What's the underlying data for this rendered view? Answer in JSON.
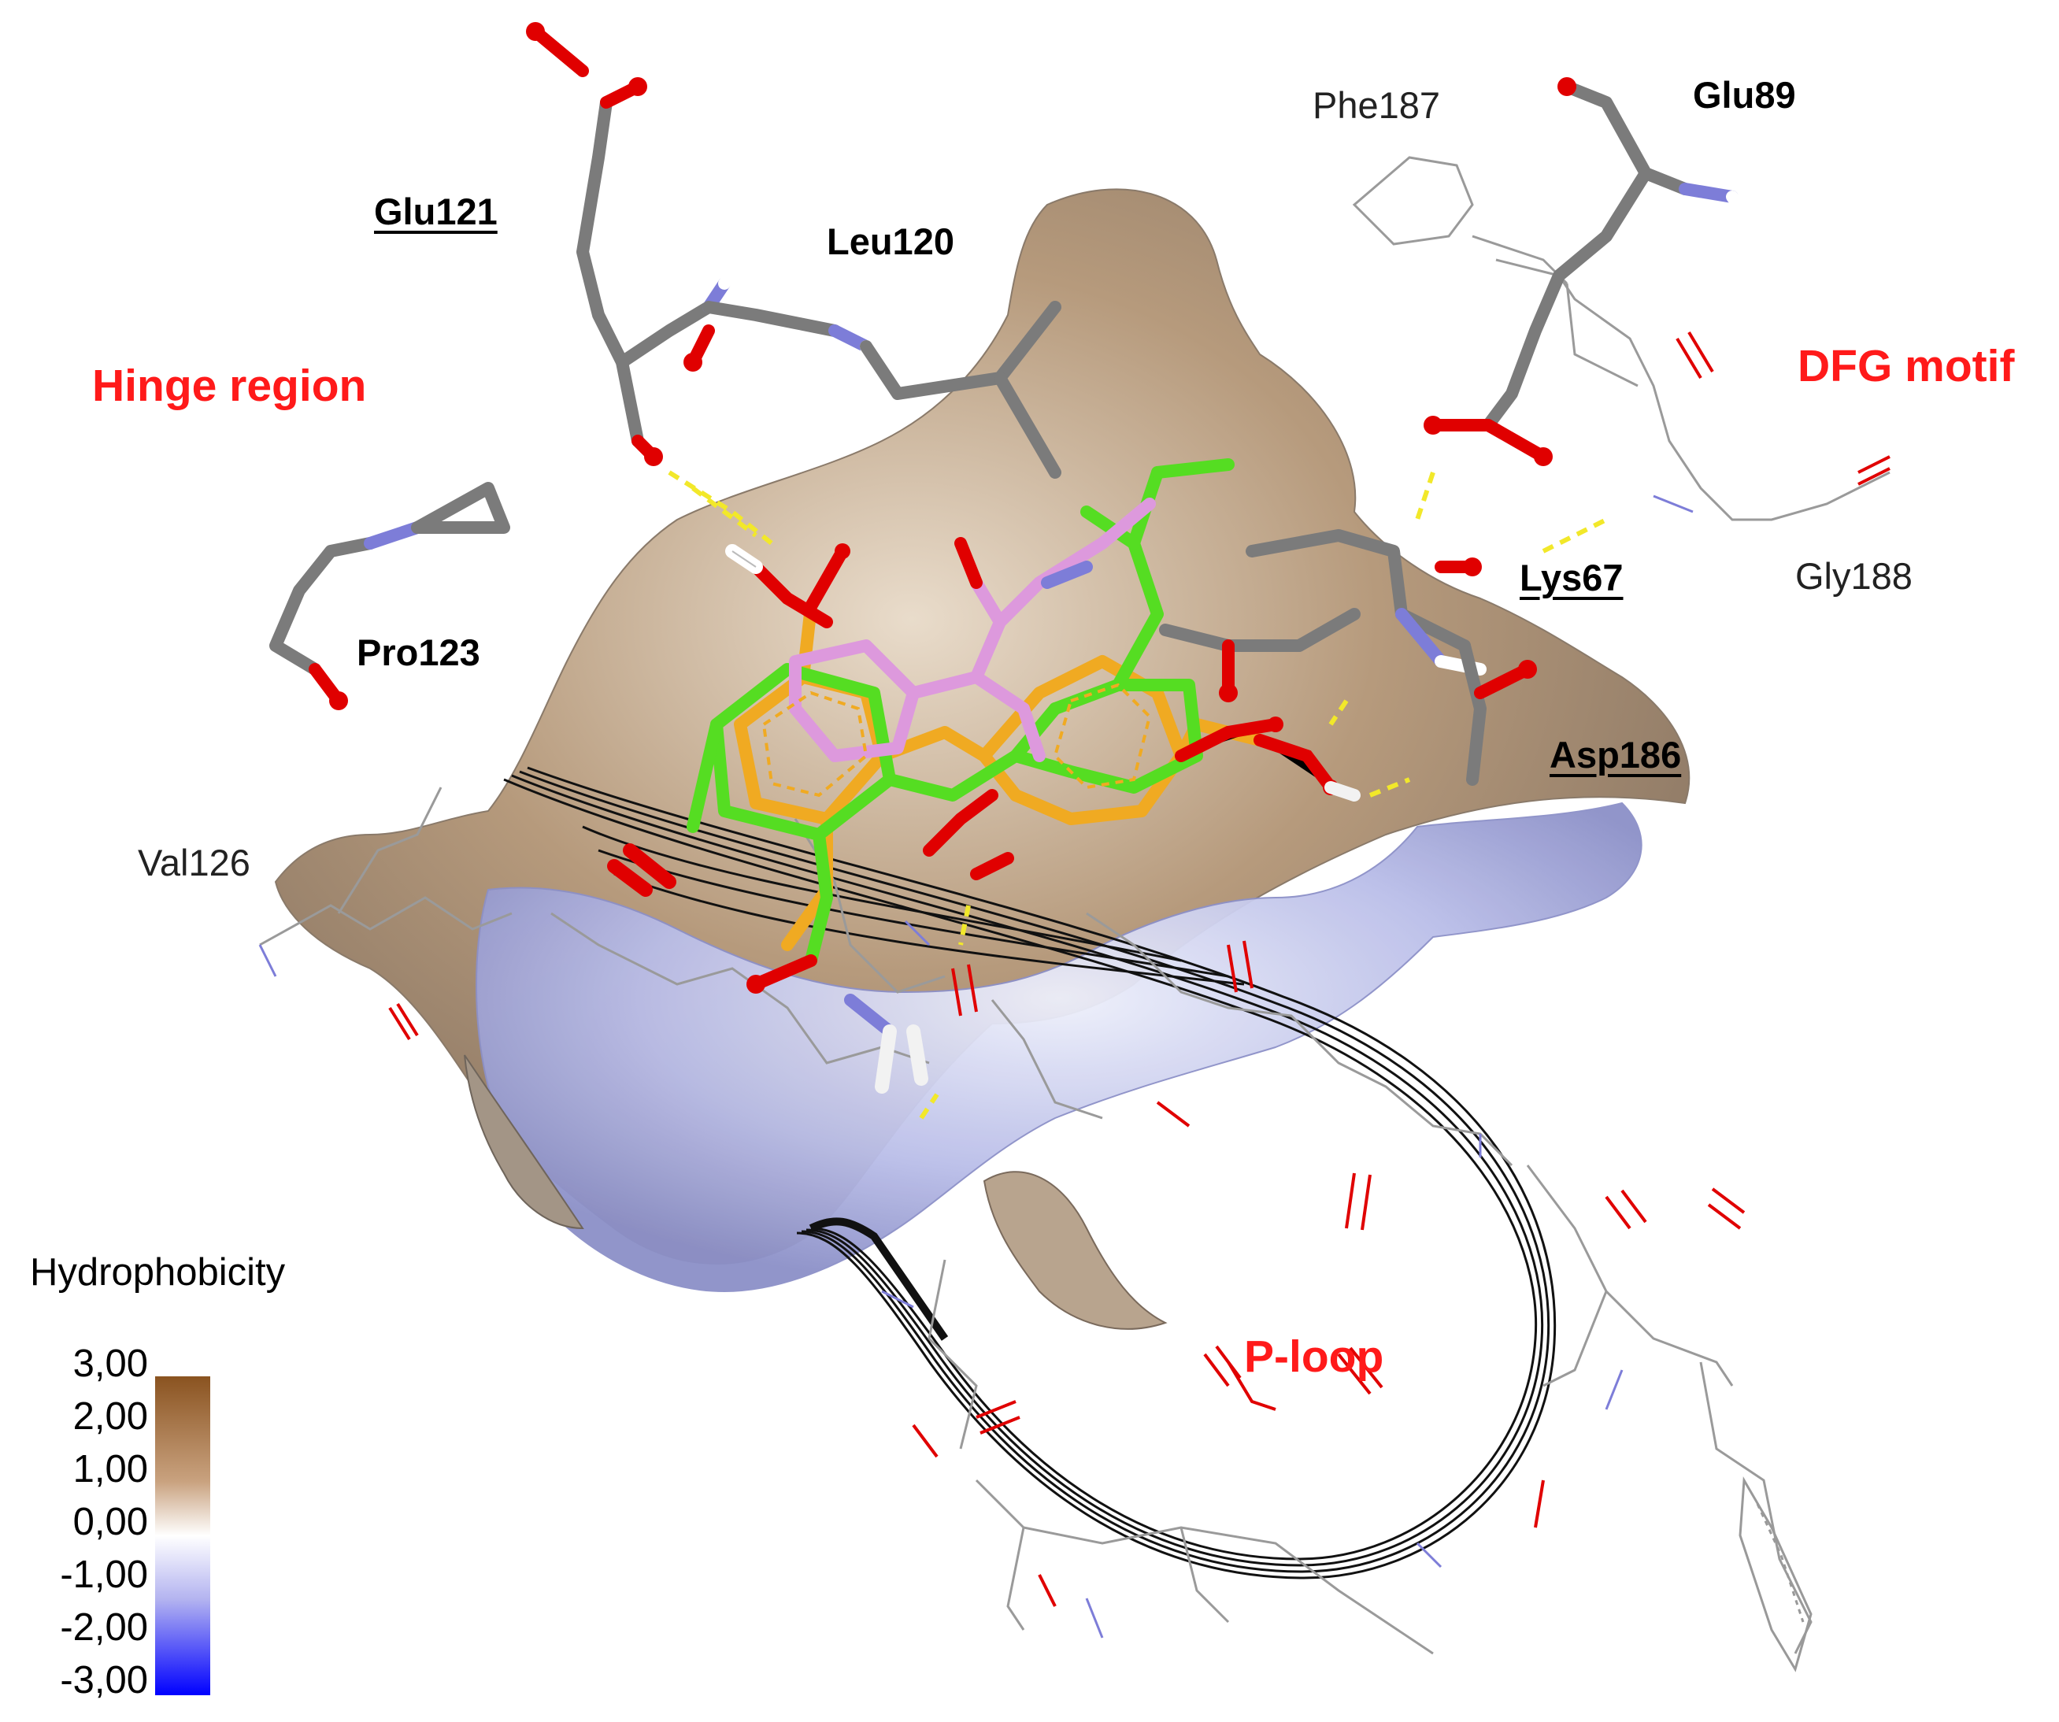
{
  "colors": {
    "region_label": "#ff1a1a",
    "carbon_stick": "#7b7b7b",
    "oxygen": "#e00000",
    "nitrogen": "#7d7dd8",
    "hydrogen": "#ffffff",
    "ligand_green": "#55dd22",
    "ligand_orange": "#f0aa22",
    "ligand_pink": "#dd99dd",
    "hbond": "#f2e82a",
    "loop_ribbon": "#111111",
    "hydrophobic_high": "#8a5320",
    "neutral": "#ffffff",
    "hydrophilic_low": "#0000ff"
  },
  "regions": {
    "hinge": "Hinge region",
    "dfg": "DFG motif",
    "ploop": "P-loop"
  },
  "residues": {
    "glu121": "Glu121",
    "leu120": "Leu120",
    "phe187": "Phe187",
    "glu89": "Glu89",
    "pro123": "Pro123",
    "lys67": "Lys67",
    "gly188": "Gly188",
    "asp186": "Asp186",
    "val126": "Val126"
  },
  "legend": {
    "title": "Hydrophobicity",
    "ticks": [
      "3,00",
      "2,00",
      "1,00",
      "0,00",
      "-1,00",
      "-2,00",
      "-3,00"
    ],
    "scale_range": [
      -3,
      3
    ]
  }
}
